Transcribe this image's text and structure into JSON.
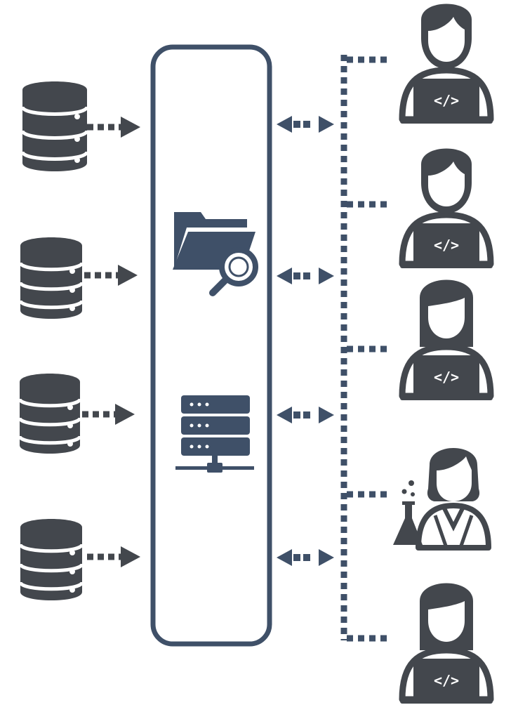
{
  "colors": {
    "icon_gray": "#43474d",
    "navy": "#3f5068",
    "white": "#ffffff"
  },
  "nodes": {
    "data_sources": [
      {
        "icon": "database-icon"
      },
      {
        "icon": "database-icon"
      },
      {
        "icon": "database-icon"
      },
      {
        "icon": "database-icon"
      }
    ],
    "hub": {
      "icons": [
        "folder-search-icon",
        "server-network-icon"
      ]
    },
    "users": [
      {
        "role": "developer",
        "icon": "developer-icon",
        "badge": "</>"
      },
      {
        "role": "developer",
        "icon": "developer-icon",
        "badge": "</>"
      },
      {
        "role": "developer",
        "icon": "developer-icon",
        "badge": "</>"
      },
      {
        "role": "scientist",
        "icon": "scientist-icon"
      },
      {
        "role": "developer",
        "icon": "developer-icon",
        "badge": "</>"
      }
    ]
  }
}
